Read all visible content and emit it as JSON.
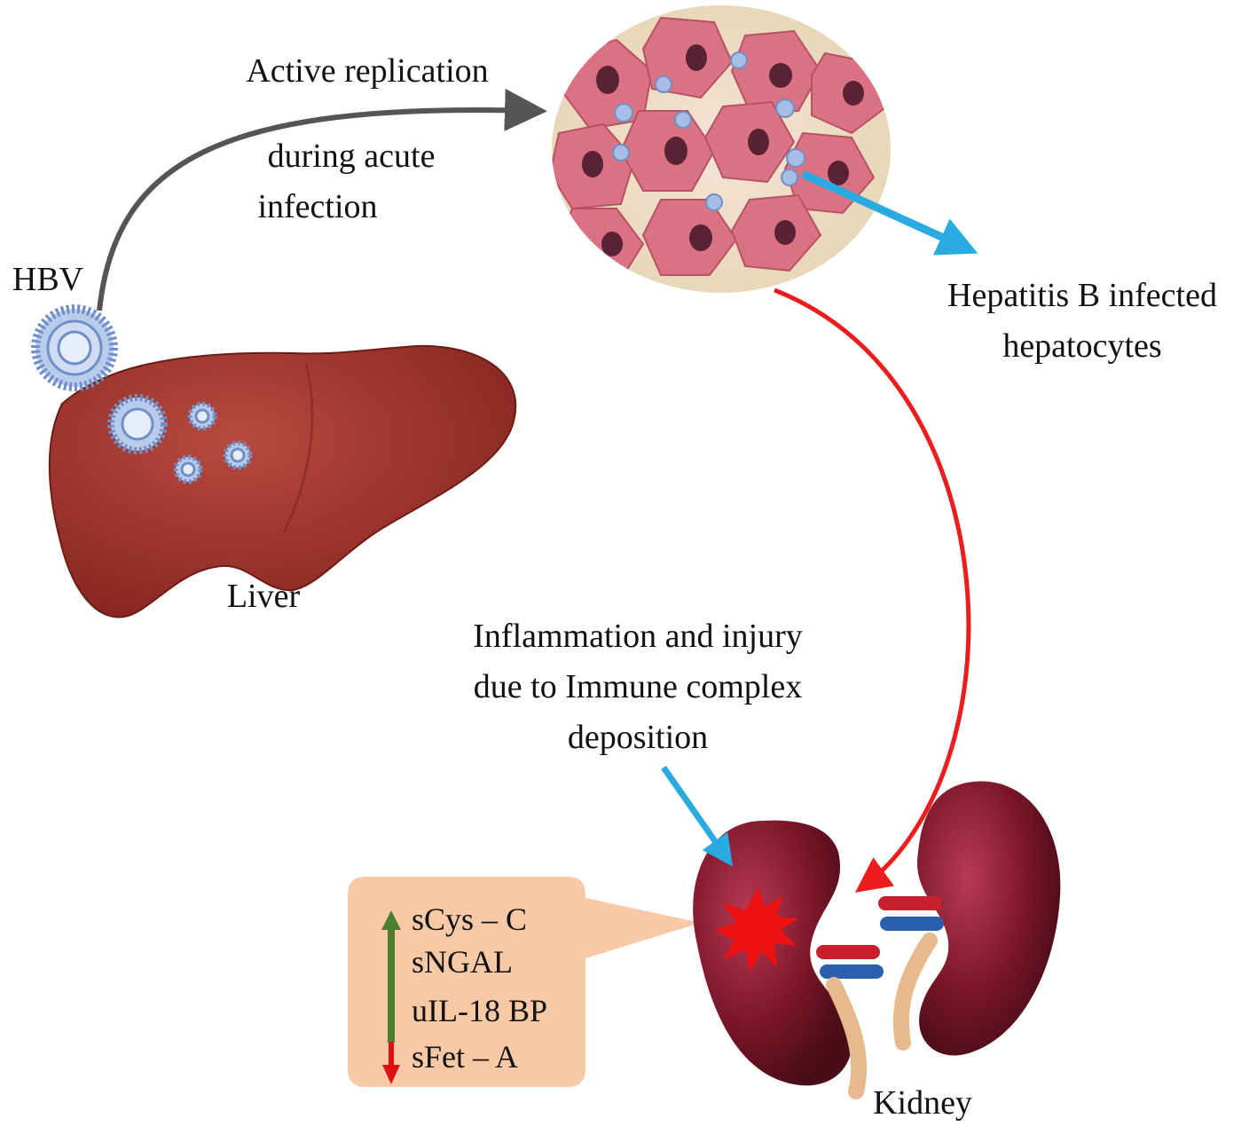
{
  "labels": {
    "active_replication": "Active replication",
    "during_acute_line1": "during acute",
    "during_acute_line2": "infection",
    "hbv": "HBV",
    "liver": "Liver",
    "infected_line1": "Hepatitis B infected",
    "infected_line2": "hepatocytes",
    "inflammation_line1": "Inflammation and injury",
    "inflammation_line2": "due to Immune complex",
    "inflammation_line3": "deposition",
    "kidney": "Kidney"
  },
  "markers": {
    "increased": [
      "sCys – C",
      "sNGAL",
      "uIL-18 BP"
    ],
    "decreased": [
      "sFet – A"
    ]
  },
  "colors": {
    "gray_arrow": "#555555",
    "blue_arrow": "#29abe2",
    "red_arrow": "#ee1c1c",
    "up_arrow": "#4a7f2f",
    "down_arrow": "#e01010",
    "callout": "#f7c9a6",
    "liver": "#9e2f2b",
    "kidney": "#7a1628",
    "virus": "#9fb6de"
  }
}
